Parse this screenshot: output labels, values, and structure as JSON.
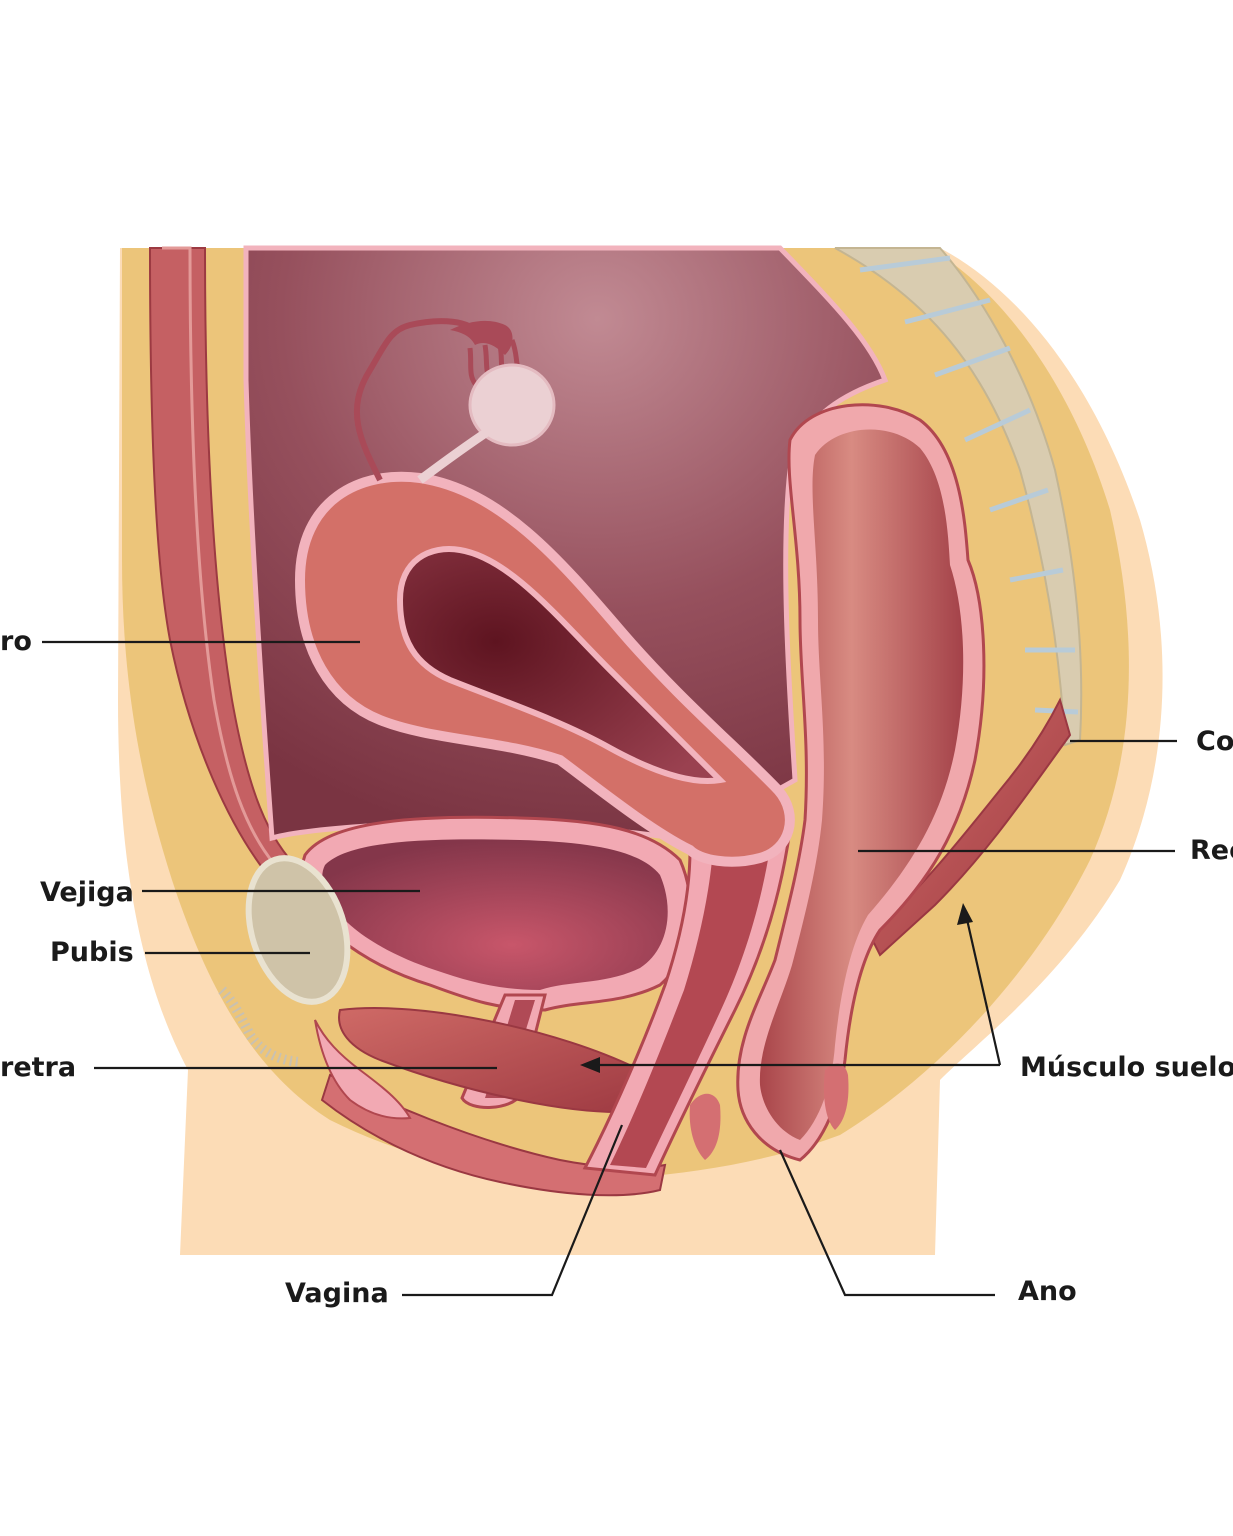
{
  "labels": {
    "utero": "ro",
    "vejiga": "Vejiga",
    "pubis": "Pubis",
    "uretra": "retra",
    "vagina": "Vagina",
    "ano": "Ano",
    "musculo_suelo": "Músculo suelo",
    "coxis": "Co",
    "recto": "Rec"
  },
  "colors": {
    "skin": "#fcdcb6",
    "fat": "#ecc57a",
    "cavity": "#8a3f4d",
    "uterus": "#d37068",
    "uterus_rim": "#f2b3bd",
    "rectum": "#b44f4f",
    "muscle": "#c04f52",
    "bone": "#d9ccb0",
    "pubis_bone": "#cfc3a8"
  }
}
